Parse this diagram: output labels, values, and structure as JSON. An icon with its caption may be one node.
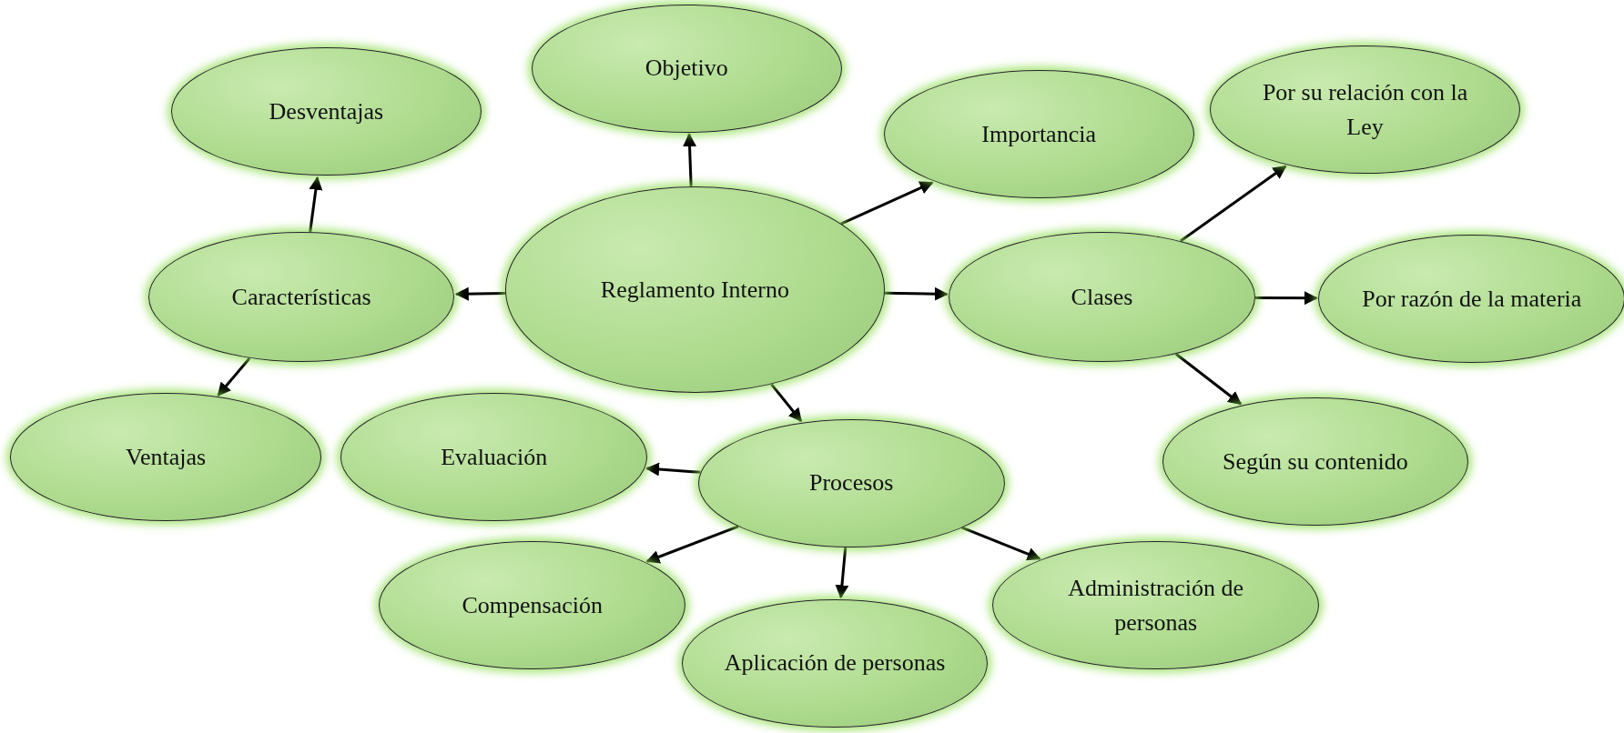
{
  "diagram": {
    "nodes": [
      {
        "text": [
          "Objetivo"
        ]
      },
      {
        "text": [
          "Desventajas"
        ]
      },
      {
        "text": [
          "Importancia"
        ]
      },
      {
        "text": [
          "Por su relación con la Ley"
        ]
      },
      {
        "text": [
          "Reglamento Interno"
        ]
      },
      {
        "text": [
          "Características"
        ]
      },
      {
        "text": [
          "Clases"
        ]
      },
      {
        "text": [
          "Por razón de la materia"
        ]
      },
      {
        "text": [
          "Ventajas"
        ]
      },
      {
        "text": [
          "Evaluación"
        ]
      },
      {
        "text": [
          "Procesos"
        ]
      },
      {
        "text": [
          "Según su contenido"
        ]
      },
      {
        "text": [
          "Compensación"
        ]
      },
      {
        "text": [
          "Aplicación de personas"
        ]
      },
      {
        "text": [
          "Administración de personas"
        ]
      }
    ],
    "edges": [
      {
        "from": 4,
        "to": 0,
        "arrow": "to"
      },
      {
        "from": 4,
        "to": 2,
        "arrow": "to"
      },
      {
        "from": 4,
        "to": 5,
        "arrow": "to"
      },
      {
        "from": 4,
        "to": 6,
        "arrow": "to"
      },
      {
        "from": 4,
        "to": 10,
        "arrow": "to"
      },
      {
        "from": 5,
        "to": 1,
        "arrow": "to"
      },
      {
        "from": 5,
        "to": 8,
        "arrow": "to"
      },
      {
        "from": 6,
        "to": 3,
        "arrow": "to"
      },
      {
        "from": 6,
        "to": 7,
        "arrow": "to"
      },
      {
        "from": 6,
        "to": 11,
        "arrow": "to"
      },
      {
        "from": 10,
        "to": 9,
        "arrow": "to"
      },
      {
        "from": 10,
        "to": 12,
        "arrow": "to"
      },
      {
        "from": 10,
        "to": 13,
        "arrow": "to"
      },
      {
        "from": 10,
        "to": 14,
        "arrow": "to"
      }
    ]
  }
}
